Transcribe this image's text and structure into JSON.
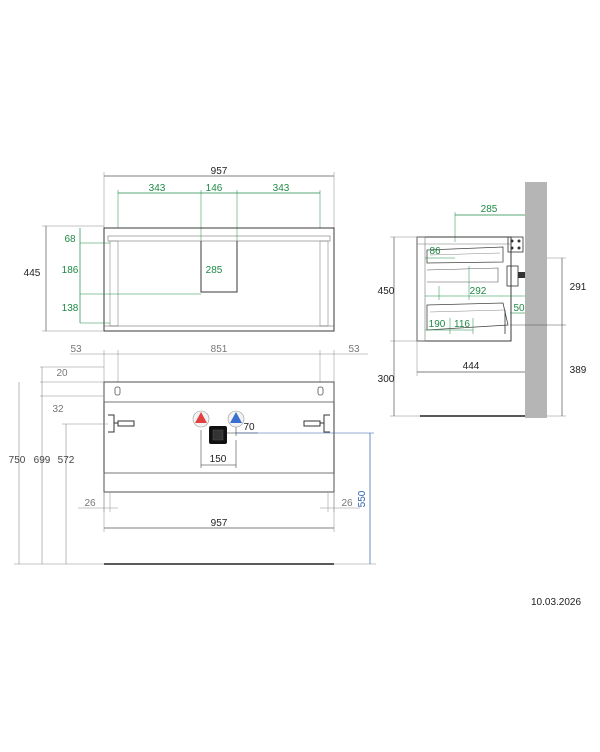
{
  "front_top": {
    "overall": "957",
    "left": "343",
    "center": "146",
    "right": "343",
    "h1": "68",
    "h2": "186",
    "h3": "138",
    "total_h": "445",
    "cut": "285"
  },
  "front_bottom": {
    "left_margin": "53",
    "span": "851",
    "right_margin": "53",
    "h20": "20",
    "h32": "32",
    "h750": "750",
    "h699": "699",
    "h572": "572",
    "offset70": "70",
    "w150": "150",
    "h550": "550",
    "left26": "26",
    "right26": "26",
    "bottom_w": "957"
  },
  "side": {
    "top285": "285",
    "d86": "86",
    "d292": "292",
    "d50": "50",
    "d190": "190",
    "d116": "116",
    "h450": "450",
    "h300": "300",
    "depth444": "444",
    "h291": "291",
    "h389": "389"
  },
  "colors": {
    "line": "#3a3a3a",
    "green": "#1e8a45",
    "blue": "#2b5fae",
    "gray": "#8a8a8a",
    "wall": "#b5b5b5",
    "hot": "#e04040",
    "cold": "#3a6fd0"
  },
  "date": "10.03.2026"
}
